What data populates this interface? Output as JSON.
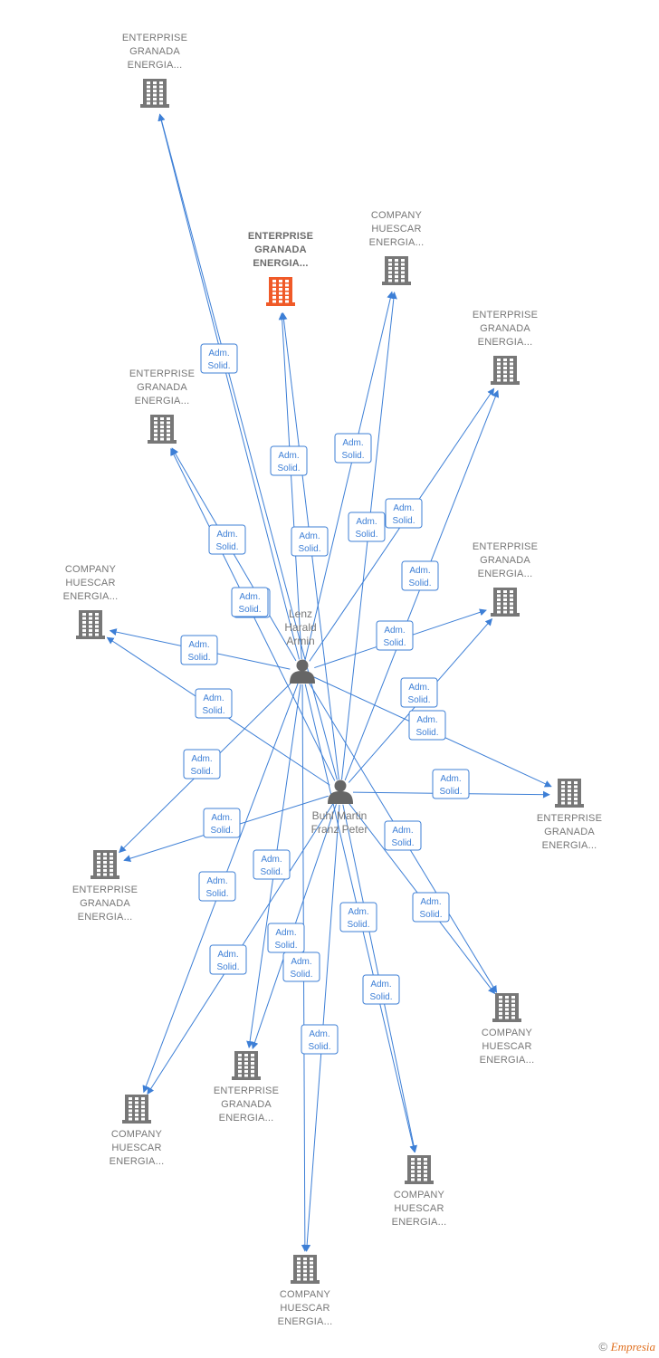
{
  "colors": {
    "edge": "#3d7fd6",
    "building": "#777777",
    "main_building": "#f05a28"
  },
  "people": [
    {
      "id": "lenz",
      "lines": [
        "Lenz",
        "Harald",
        "Armin"
      ]
    },
    {
      "id": "buhl",
      "lines": [
        "Buhl Martin",
        "Franz Peter"
      ]
    }
  ],
  "companies": [
    {
      "id": "c1",
      "lines": [
        "ENTERPRISE",
        "GRANADA",
        "ENERGIA..."
      ],
      "main": false
    },
    {
      "id": "c2",
      "lines": [
        "ENTERPRISE",
        "GRANADA",
        "ENERGIA..."
      ],
      "main": true
    },
    {
      "id": "c3",
      "lines": [
        "COMPANY",
        "HUESCAR",
        "ENERGIA..."
      ],
      "main": false
    },
    {
      "id": "c4",
      "lines": [
        "ENTERPRISE",
        "GRANADA",
        "ENERGIA..."
      ],
      "main": false
    },
    {
      "id": "c5",
      "lines": [
        "ENTERPRISE",
        "GRANADA",
        "ENERGIA..."
      ],
      "main": false
    },
    {
      "id": "c6",
      "lines": [
        "ENTERPRISE",
        "GRANADA",
        "ENERGIA..."
      ],
      "main": false
    },
    {
      "id": "c7",
      "lines": [
        "COMPANY",
        "HUESCAR",
        "ENERGIA..."
      ],
      "main": false
    },
    {
      "id": "c8",
      "lines": [
        "ENTERPRISE",
        "GRANADA",
        "ENERGIA..."
      ],
      "main": false
    },
    {
      "id": "c9",
      "lines": [
        "ENTERPRISE",
        "GRANADA",
        "ENERGIA..."
      ],
      "main": false
    },
    {
      "id": "c10",
      "lines": [
        "COMPANY",
        "HUESCAR",
        "ENERGIA..."
      ],
      "main": false
    },
    {
      "id": "c11",
      "lines": [
        "ENTERPRISE",
        "GRANADA",
        "ENERGIA..."
      ],
      "main": false
    },
    {
      "id": "c12",
      "lines": [
        "COMPANY",
        "HUESCAR",
        "ENERGIA..."
      ],
      "main": false
    },
    {
      "id": "c13",
      "lines": [
        "COMPANY",
        "HUESCAR",
        "ENERGIA..."
      ],
      "main": false
    },
    {
      "id": "c14",
      "lines": [
        "COMPANY",
        "HUESCAR",
        "ENERGIA..."
      ],
      "main": false
    }
  ],
  "edge_label": [
    "Adm.",
    "Solid."
  ],
  "edges": [
    {
      "from": "lenz",
      "to": "c1"
    },
    {
      "from": "buhl",
      "to": "c1"
    },
    {
      "from": "lenz",
      "to": "c2"
    },
    {
      "from": "buhl",
      "to": "c2"
    },
    {
      "from": "lenz",
      "to": "c3"
    },
    {
      "from": "buhl",
      "to": "c3"
    },
    {
      "from": "lenz",
      "to": "c4"
    },
    {
      "from": "buhl",
      "to": "c4"
    },
    {
      "from": "lenz",
      "to": "c5"
    },
    {
      "from": "buhl",
      "to": "c5"
    },
    {
      "from": "lenz",
      "to": "c6"
    },
    {
      "from": "buhl",
      "to": "c6"
    },
    {
      "from": "lenz",
      "to": "c7"
    },
    {
      "from": "buhl",
      "to": "c7"
    },
    {
      "from": "lenz",
      "to": "c8"
    },
    {
      "from": "buhl",
      "to": "c8"
    },
    {
      "from": "lenz",
      "to": "c9"
    },
    {
      "from": "buhl",
      "to": "c9"
    },
    {
      "from": "lenz",
      "to": "c10"
    },
    {
      "from": "buhl",
      "to": "c10"
    },
    {
      "from": "lenz",
      "to": "c11"
    },
    {
      "from": "buhl",
      "to": "c11"
    },
    {
      "from": "lenz",
      "to": "c12"
    },
    {
      "from": "buhl",
      "to": "c12"
    },
    {
      "from": "lenz",
      "to": "c13"
    },
    {
      "from": "buhl",
      "to": "c13"
    },
    {
      "from": "lenz",
      "to": "c14"
    },
    {
      "from": "buhl",
      "to": "c14"
    }
  ],
  "footer": {
    "copyright": "©",
    "brand": "Empresia"
  }
}
